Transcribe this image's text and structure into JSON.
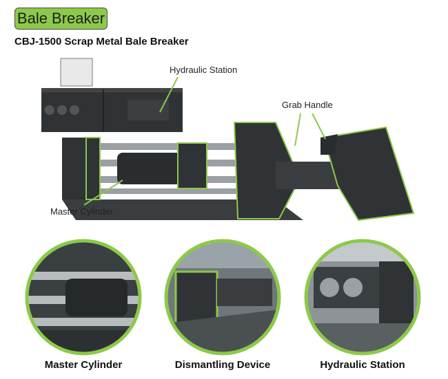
{
  "header": {
    "badge_label": "Bale Breaker",
    "subtitle": "CBJ-1500 Scrap Metal Bale Breaker"
  },
  "callouts": {
    "hydraulic_station": "Hydraulic Station",
    "grab_handle": "Grab Handle",
    "master_cylinder": "Master Cylinder"
  },
  "details": [
    {
      "caption": "Master Cylinder"
    },
    {
      "caption": "Dismantling Device"
    },
    {
      "caption": "Hydraulic Station"
    }
  ],
  "colors": {
    "accent_green": "#8cc94a",
    "machine_dark": "#2f3336",
    "steel": "#9aa0a4"
  }
}
